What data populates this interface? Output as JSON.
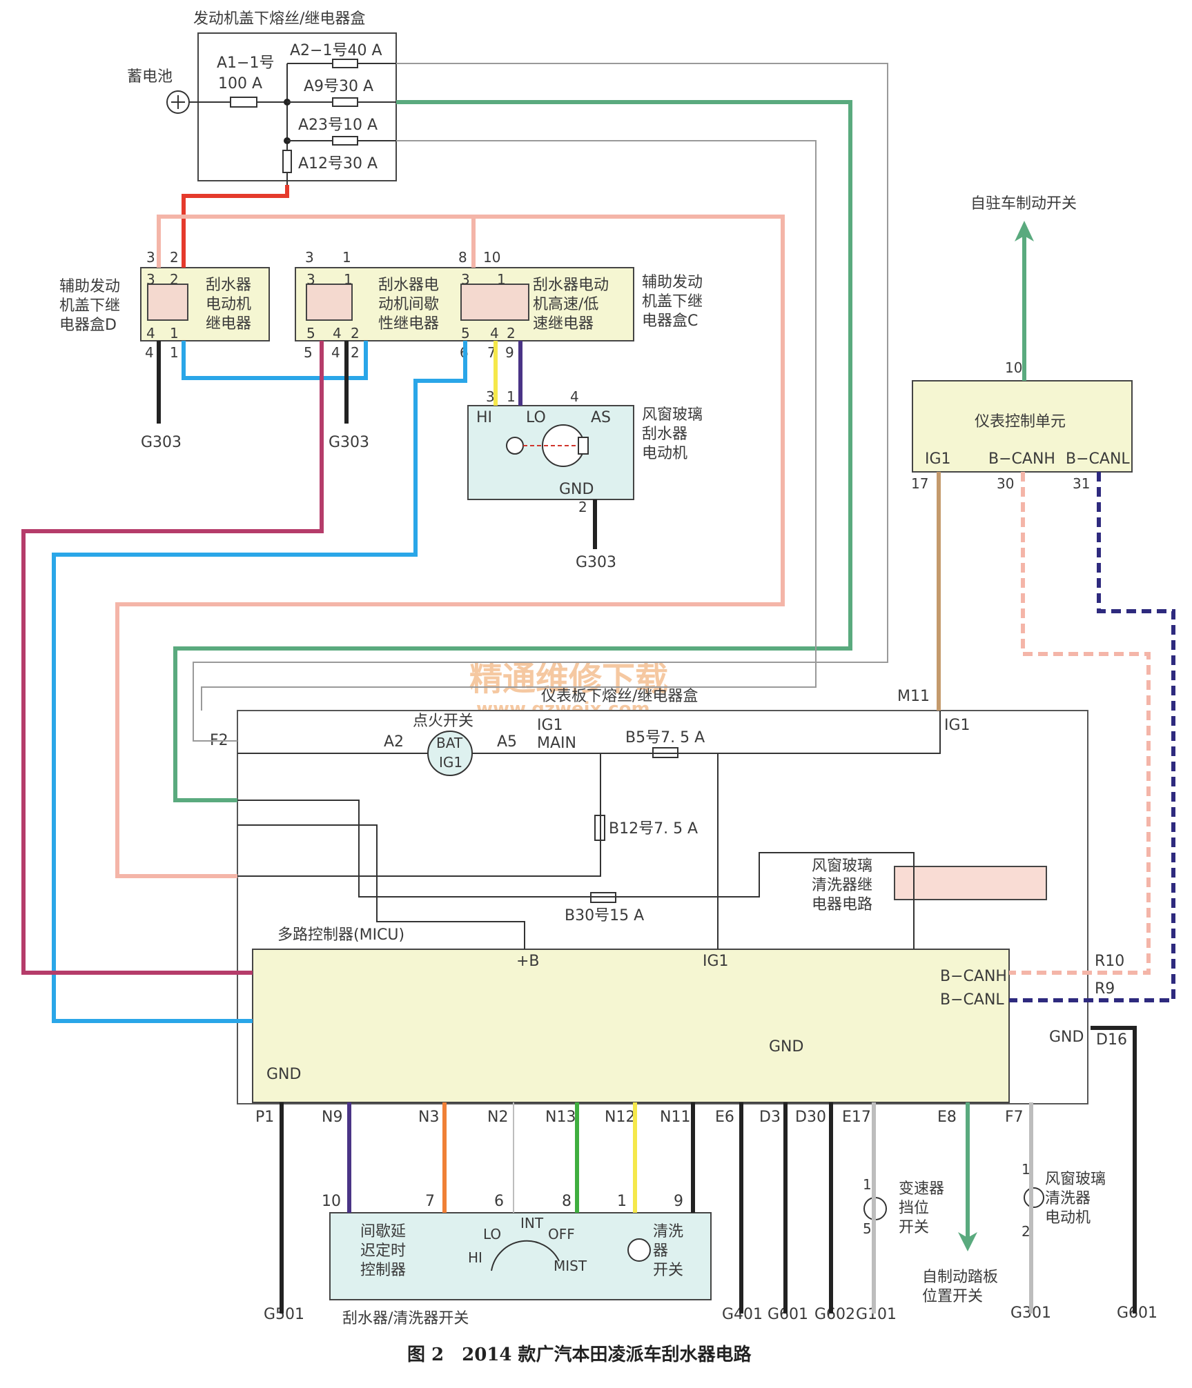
{
  "caption": "图 2　2014 款广汽本田凌派车刮水器电路",
  "watermark": {
    "line1": "精通维修下载",
    "line2": "www.gzweix.com"
  },
  "colors": {
    "red": "#e53a2c",
    "pink": "#f4b5a8",
    "green": "#5aaa7e",
    "blue": "#2aa6e8",
    "magenta": "#b53c6a",
    "brown": "#c49a6c",
    "yellow": "#f5e84a",
    "purple": "#4a3486",
    "orange": "#f08036",
    "lime": "#3fae3f",
    "gray": "#bdbdbd",
    "navy": "#2e2a7e",
    "black": "#222222"
  },
  "components": {
    "engine_fusebox": {
      "title": "发动机盖下熔丝/继电器盒",
      "battery": "蓄电池",
      "f_a1_line1": "A1−1号",
      "f_a1_line2": "100 A",
      "f_a2": "A2−1号40 A",
      "f_a9": "A9号30 A",
      "f_a23": "A23号10 A",
      "f_a12": "A12号30 A"
    },
    "relay_box_d": {
      "title_l1": "辅助发动",
      "title_l2": "机盖下继",
      "title_l3": "电器盒D",
      "relay_l1": "刮水器",
      "relay_l2": "电动机",
      "relay_l3": "继电器",
      "pins_top": [
        "3",
        "2"
      ],
      "pins_bottom": [
        "4",
        "1"
      ]
    },
    "relay_int": {
      "l1": "刮水器电",
      "l2": "动机间歇",
      "l3": "性继电器",
      "pins_top": [
        "3",
        "1"
      ],
      "pins_bottom": [
        "5",
        "4",
        "2"
      ]
    },
    "relay_hilo": {
      "l1": "刮水器电动",
      "l2": "机高速/低",
      "l3": "速继电器",
      "pins_top": [
        "8",
        "10"
      ],
      "pins_inner": [
        "3",
        "1"
      ],
      "pins_bottom": [
        "5",
        "4",
        "2"
      ],
      "pins_out": [
        "6",
        "7",
        "9"
      ]
    },
    "relay_box_c": {
      "l1": "辅助发动",
      "l2": "机盖下继",
      "l3": "电器盒C"
    },
    "wiper_motor": {
      "l1": "风窗玻璃",
      "l2": "刮水器",
      "l3": "电动机",
      "hi": "HI",
      "lo": "LO",
      "as": "AS",
      "gnd": "GND",
      "pins": [
        "3",
        "1",
        "4",
        "2"
      ]
    },
    "parking_brake": "自驻车制动开关",
    "meter": {
      "title": "仪表控制单元",
      "ig1": "IG1",
      "canh": "B−CANH",
      "canl": "B−CANL",
      "pins": [
        "10",
        "17",
        "30",
        "31"
      ]
    },
    "dash_fusebox": {
      "title": "仪表板下熔丝/继电器盒",
      "ign": "点火开关",
      "bat": "BAT",
      "ig1": "IG1",
      "a2": "A2",
      "a5": "A5",
      "f2": "F2",
      "ig1main_l1": "IG1",
      "ig1main_l2": "MAIN",
      "b5": "B5号7. 5 A",
      "b12": "B12号7. 5 A",
      "b30": "B30号15 A",
      "m11": "M11",
      "ig1r": "IG1"
    },
    "washer_relay": {
      "l1": "风窗玻璃",
      "l2": "清洗器继",
      "l3": "电器电路"
    },
    "micu": {
      "title": "多路控制器(MICU)",
      "pb": "+B",
      "ig1": "IG1",
      "canh": "B−CANH",
      "canl": "B−CANL",
      "gnd": "GND",
      "gnd_l": "GND",
      "gnd_r": "GND",
      "r10": "R10",
      "r9": "R9",
      "d16": "D16",
      "pins": [
        "P1",
        "N9",
        "N3",
        "N2",
        "N13",
        "N12",
        "N11",
        "E6",
        "D3",
        "D30",
        "E17",
        "E8",
        "F7"
      ]
    },
    "switch": {
      "title": "刮水器/清洗器开关",
      "int_l1": "间歇延",
      "int_l2": "迟定时",
      "int_l3": "控制器",
      "wash_l1": "清洗",
      "wash_l2": "器",
      "wash_l3": "开关",
      "lo": "LO",
      "int": "INT",
      "off": "OFF",
      "hi": "HI",
      "mist": "MIST",
      "pins": [
        "10",
        "7",
        "6",
        "8",
        "1",
        "9"
      ]
    },
    "gear": {
      "l1": "变速器",
      "l2": "挡位",
      "l3": "开关",
      "p1": "1",
      "p5": "5"
    },
    "brake_pedal": {
      "l1": "自制动踏板",
      "l2": "位置开关"
    },
    "washer_motor": {
      "l1": "风窗玻璃",
      "l2": "清洗器",
      "l3": "电动机",
      "p1": "1",
      "p2": "2"
    },
    "grounds": [
      "G303",
      "G303",
      "G303",
      "G501",
      "G401",
      "G601",
      "G602",
      "G101",
      "G301",
      "G601"
    ]
  }
}
